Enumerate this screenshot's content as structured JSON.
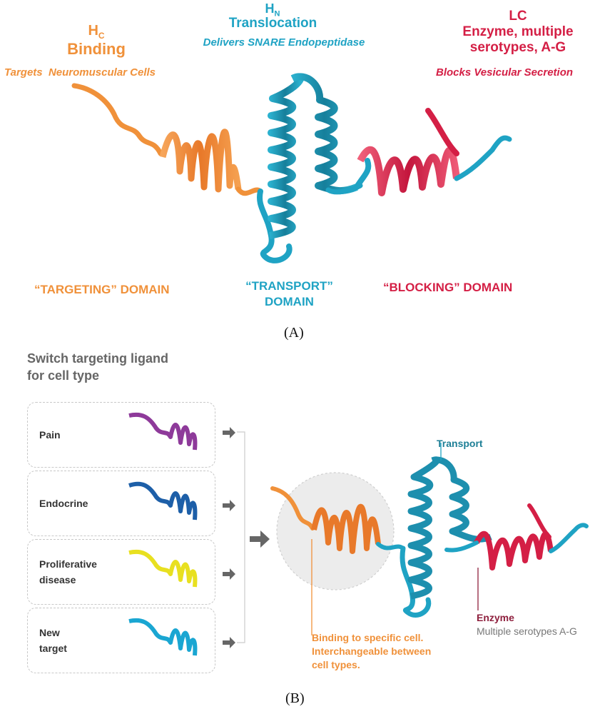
{
  "panel_a": {
    "hc": {
      "symbol": "H",
      "subscript": "C",
      "title": "Binding",
      "subtitle": "Targets  Neuromuscular Cells",
      "domain_label": "“TARGETING” DOMAIN"
    },
    "hn": {
      "symbol": "H",
      "subscript": "N",
      "title": "Translocation",
      "subtitle": "Delivers SNARE Endopeptidase",
      "domain_label_line1": "“TRANSPORT”",
      "domain_label_line2": "DOMAIN"
    },
    "lc": {
      "title_line1": "LC",
      "title_line2": "Enzyme, multiple",
      "title_line3": "serotypes, A-G",
      "subtitle": "Blocks Vesicular Secretion",
      "domain_label": "“BLOCKING” DOMAIN"
    },
    "caption": "(A)"
  },
  "panel_b": {
    "heading_line1": "Switch targeting ligand",
    "heading_line2": "for cell type",
    "cards": [
      {
        "label": "Pain",
        "color": "#8e3a9a"
      },
      {
        "label": "Endocrine",
        "color": "#1d5fa8"
      },
      {
        "label": "Proliferative disease",
        "color": "#e8e020"
      },
      {
        "label": "New target",
        "color": "#1aa6d2"
      }
    ],
    "transport_label": "Transport",
    "enzyme_label": "Enzyme",
    "serotypes_label": "Multiple serotypes A-G",
    "binding_line1": "Binding to specific cell.",
    "binding_line2": "Interchangeable between",
    "binding_line3": "cell types.",
    "caption": "(B)"
  },
  "colors": {
    "orange": "#f0913a",
    "teal": "#1fa3c4",
    "red": "#d41f45",
    "enzyme": "#8e1f3d"
  }
}
